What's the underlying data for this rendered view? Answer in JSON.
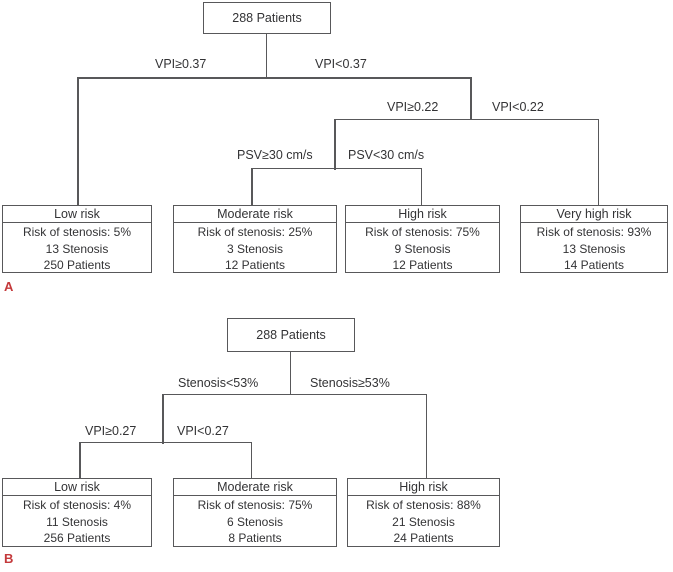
{
  "figure": {
    "description": "Two decision trees stratifying 288 patients by risk of stenosis",
    "colors": {
      "line": "#58585a",
      "text": "#333335",
      "panel_label": "#c4393b",
      "background": "#ffffff"
    }
  },
  "tree_a": {
    "panel_label": "A",
    "root": "288 Patients",
    "splits": [
      {
        "left": "VPI≥0.37",
        "right": "VPI<0.37"
      },
      {
        "left": "VPI≥0.22",
        "right": "VPI<0.22"
      },
      {
        "left": "PSV≥30 cm/s",
        "right": "PSV<30 cm/s"
      }
    ],
    "leaves": [
      {
        "title": "Low risk",
        "risk": "Risk of stenosis: 5%",
        "stenosis": "13 Stenosis",
        "patients": "250 Patients"
      },
      {
        "title": "Moderate risk",
        "risk": "Risk of stenosis: 25%",
        "stenosis": "3 Stenosis",
        "patients": "12 Patients"
      },
      {
        "title": "High risk",
        "risk": "Risk of stenosis: 75%",
        "stenosis": "9 Stenosis",
        "patients": "12 Patients"
      },
      {
        "title": "Very high risk",
        "risk": "Risk of stenosis: 93%",
        "stenosis": "13 Stenosis",
        "patients": "14 Patients"
      }
    ]
  },
  "tree_b": {
    "panel_label": "B",
    "root": "288 Patients",
    "splits": [
      {
        "left": "Stenosis<53%",
        "right": "Stenosis≥53%"
      },
      {
        "left": "VPI≥0.27",
        "right": "VPI<0.27"
      }
    ],
    "leaves": [
      {
        "title": "Low risk",
        "risk": "Risk of stenosis: 4%",
        "stenosis": "11 Stenosis",
        "patients": "256 Patients"
      },
      {
        "title": "Moderate risk",
        "risk": "Risk of stenosis: 75%",
        "stenosis": "6 Stenosis",
        "patients": "8 Patients"
      },
      {
        "title": "High risk",
        "risk": "Risk of stenosis: 88%",
        "stenosis": "21 Stenosis",
        "patients": "24 Patients"
      }
    ]
  }
}
